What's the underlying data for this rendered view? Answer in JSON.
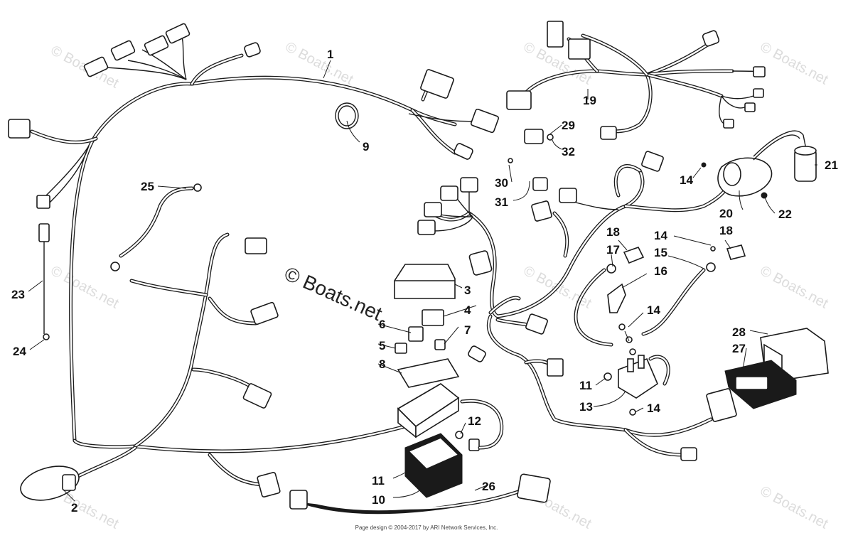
{
  "watermark": "© Boats.net",
  "center_watermark": "© Boats.net",
  "footer": "Page design © 2004-2017 by ARI Network Services, Inc.",
  "callouts": {
    "c1": "1",
    "c2": "2",
    "c3": "3",
    "c4": "4",
    "c5": "5",
    "c6": "6",
    "c7": "7",
    "c8": "8",
    "c9": "9",
    "c10": "10",
    "c11a": "11",
    "c11b": "11",
    "c12": "12",
    "c13": "13",
    "c14a": "14",
    "c14b": "14",
    "c14c": "14",
    "c14d": "14",
    "c15": "15",
    "c16": "16",
    "c17": "17",
    "c18a": "18",
    "c18b": "18",
    "c19": "19",
    "c20": "20",
    "c21": "21",
    "c22": "22",
    "c23": "23",
    "c24": "24",
    "c25": "25",
    "c26": "26",
    "c27": "27",
    "c28": "28",
    "c29": "29",
    "c30": "30",
    "c31": "31",
    "c32": "32"
  }
}
